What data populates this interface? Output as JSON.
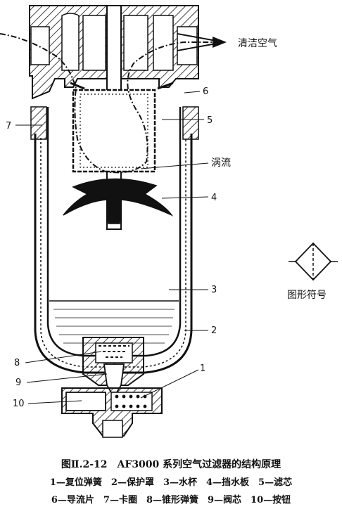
{
  "labels": {
    "clean_air": "清洁空气",
    "eddy": "涡流",
    "symbol": "图形符号",
    "n1": "1",
    "n2": "2",
    "n3": "3",
    "n4": "4",
    "n5": "5",
    "n6": "6",
    "n7": "7",
    "n8": "8",
    "n9": "9",
    "n10": "10"
  },
  "caption": {
    "title": "图Ⅱ.2-12　AF3000 系列空气过滤器的结构原理",
    "line1": "1—复位弹簧　2—保护罩　3—水杯　4—挡水板　5—滤芯",
    "line2": "6—导流片　7—卡圈　8—锥形弹簧　9—阀芯　10—按钮"
  }
}
